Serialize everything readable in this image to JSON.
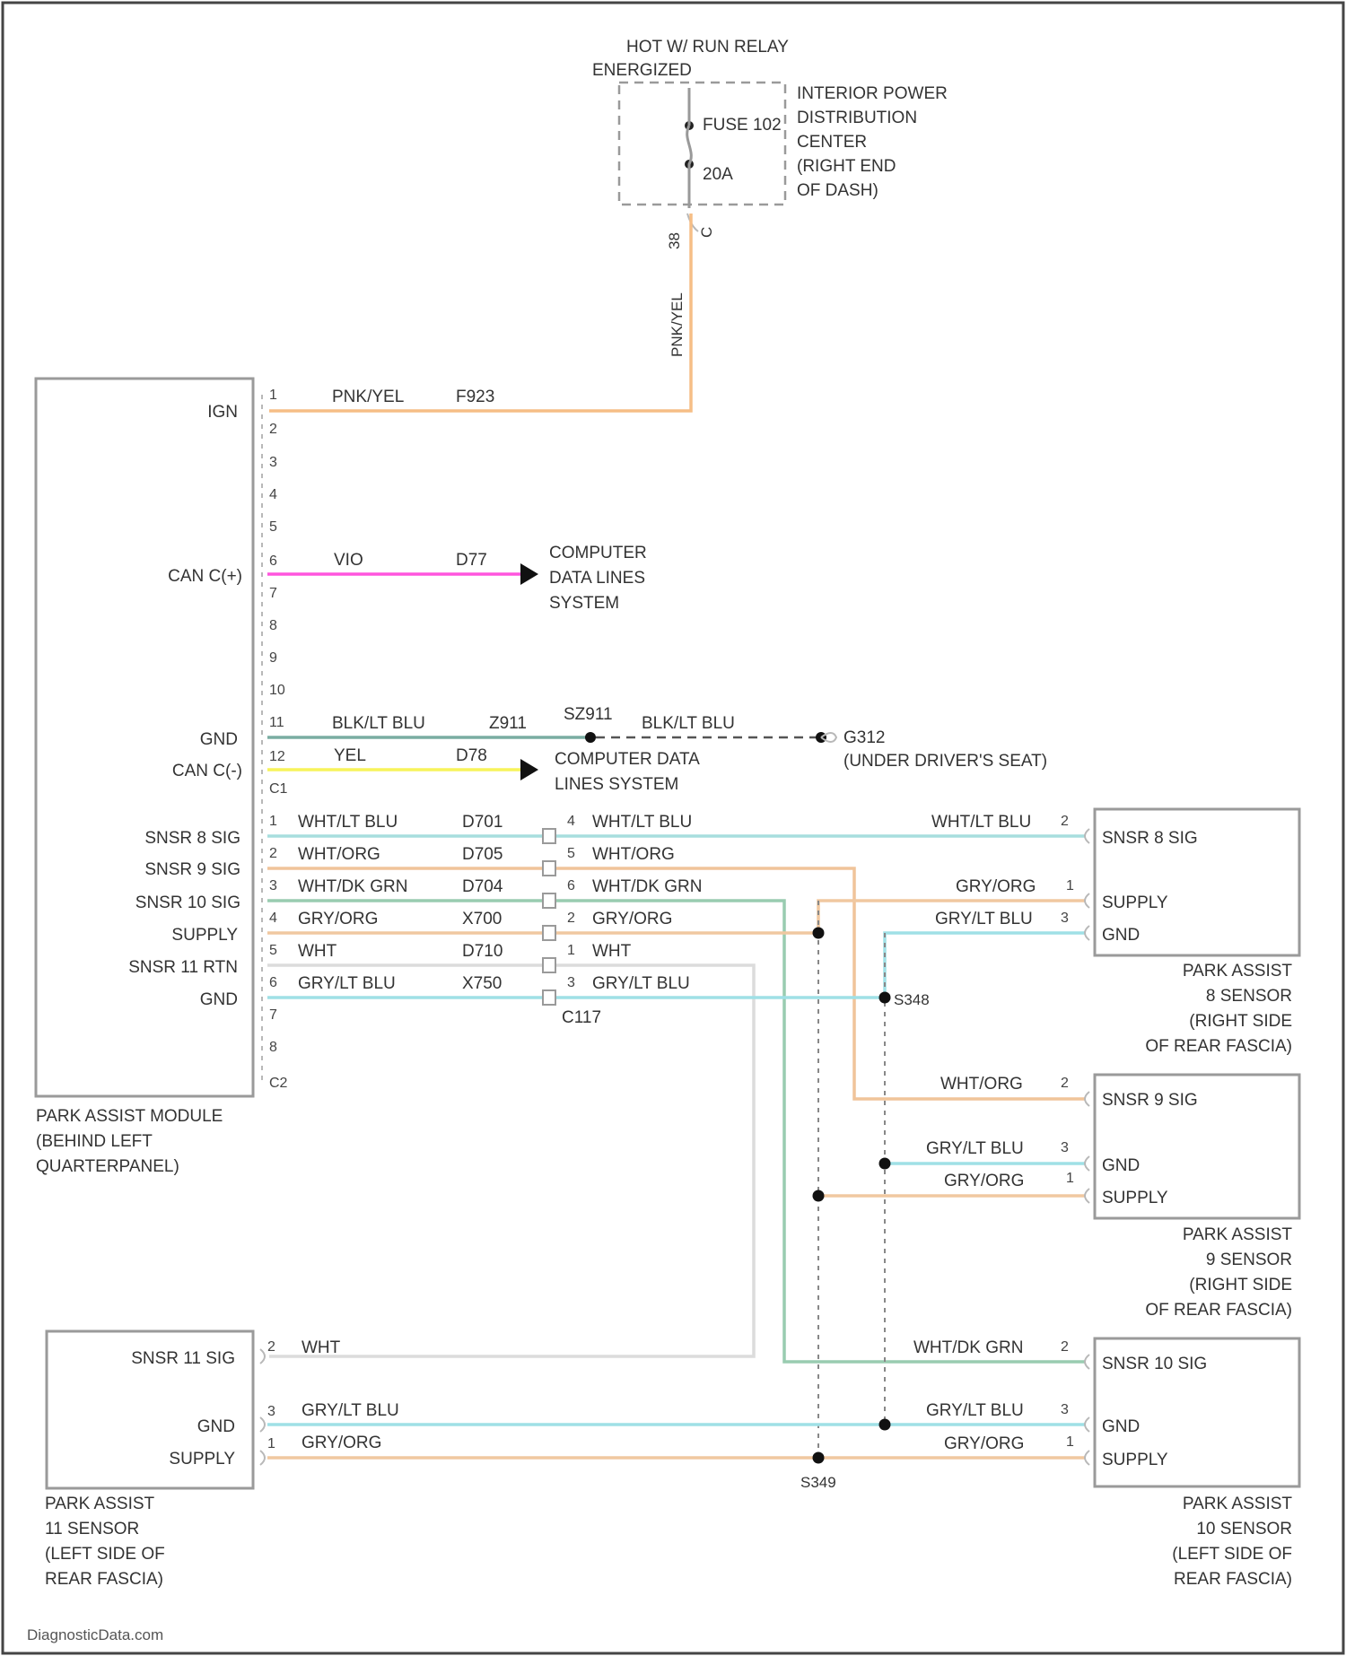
{
  "relay": {
    "line1": "HOT W/ RUN RELAY",
    "line2": "ENERGIZED"
  },
  "ipdc": {
    "fuse_label": "FUSE 102",
    "amp_label": "20A",
    "lines": [
      "INTERIOR POWER",
      "DISTRIBUTION",
      "CENTER",
      "(RIGHT END",
      "OF DASH)"
    ],
    "pin": "38",
    "connector": "C"
  },
  "feed_wire_color": "PNK/YEL",
  "module": {
    "pins": [
      {
        "n": "IGN",
        "p": "1"
      },
      {
        "n": "CAN C(+)",
        "p": "6"
      },
      {
        "n": "GND",
        "p": "11"
      },
      {
        "n": "CAN C(-)",
        "p": "12"
      },
      {
        "n": "SNSR 8 SIG",
        "p": "1"
      },
      {
        "n": "SNSR 9 SIG",
        "p": "2"
      },
      {
        "n": "SNSR 10 SIG",
        "p": "3"
      },
      {
        "n": "SUPPLY",
        "p": "4"
      },
      {
        "n": "SNSR 11 RTN",
        "p": "5"
      },
      {
        "n": "GND",
        "p": "6"
      }
    ],
    "c1_pins": [
      "2",
      "3",
      "4",
      "5",
      "7",
      "8",
      "9",
      "10"
    ],
    "c2_pins": [
      "7",
      "8"
    ],
    "c1_label": "C1",
    "c2_label": "C2",
    "name_lines": [
      "PARK ASSIST MODULE",
      "(BEHIND LEFT",
      "QUARTERPANEL)"
    ]
  },
  "wires": {
    "ign": {
      "color": "PNK/YEL",
      "circuit": "F923"
    },
    "canp": {
      "color": "VIO",
      "circuit": "D77"
    },
    "gnd": {
      "color": "BLK/LT BLU",
      "circuit": "Z911"
    },
    "canm": {
      "color": "YEL",
      "circuit": "D78"
    }
  },
  "can_dest_1": [
    "COMPUTER",
    "DATA LINES",
    "SYSTEM"
  ],
  "can_dest_2": [
    "COMPUTER DATA",
    "LINES SYSTEM"
  ],
  "splice_z": {
    "label": "SZ911",
    "color": "BLK/LT BLU"
  },
  "ground": {
    "label": "G312",
    "location": "(UNDER DRIVER'S SEAT)"
  },
  "c2_wires": [
    {
      "color": "WHT/LT BLU",
      "circuit": "D701",
      "in_pin": "4",
      "out_color": "WHT/LT BLU"
    },
    {
      "color": "WHT/ORG",
      "circuit": "D705",
      "in_pin": "5",
      "out_color": "WHT/ORG"
    },
    {
      "color": "WHT/DK GRN",
      "circuit": "D704",
      "in_pin": "6",
      "out_color": "WHT/DK GRN"
    },
    {
      "color": "GRY/ORG",
      "circuit": "X700",
      "in_pin": "2",
      "out_color": "GRY/ORG"
    },
    {
      "color": "WHT",
      "circuit": "D710",
      "in_pin": "1",
      "out_color": "WHT"
    },
    {
      "color": "GRY/LT BLU",
      "circuit": "X750",
      "in_pin": "3",
      "out_color": "GRY/LT BLU"
    }
  ],
  "inline_connector": "C117",
  "splice_s349": "S349",
  "splice_s348": "S348",
  "sensor8": {
    "sig": "SNSR 8 SIG",
    "supply": "SUPPLY",
    "gnd": "GND",
    "sig_wire": "WHT/LT BLU",
    "sig_pin": "2",
    "supply_wire": "GRY/ORG",
    "supply_pin": "1",
    "gnd_wire": "GRY/LT BLU",
    "gnd_pin": "3",
    "name": [
      "PARK ASSIST",
      "8 SENSOR",
      "(RIGHT SIDE",
      "OF REAR FASCIA)"
    ]
  },
  "sensor9": {
    "sig": "SNSR 9 SIG",
    "gnd": "GND",
    "supply": "SUPPLY",
    "sig_wire": "WHT/ORG",
    "sig_pin": "2",
    "gnd_wire": "GRY/LT BLU",
    "gnd_pin": "3",
    "supply_wire": "GRY/ORG",
    "supply_pin": "1",
    "name": [
      "PARK ASSIST",
      "9 SENSOR",
      "(RIGHT SIDE",
      "OF REAR FASCIA)"
    ]
  },
  "sensor10": {
    "sig": "SNSR 10 SIG",
    "gnd": "GND",
    "supply": "SUPPLY",
    "sig_wire": "WHT/DK GRN",
    "sig_pin": "2",
    "gnd_wire": "GRY/LT BLU",
    "gnd_pin": "3",
    "supply_wire": "GRY/ORG",
    "supply_pin": "1",
    "name": [
      "PARK ASSIST",
      "10 SENSOR",
      "(LEFT SIDE OF",
      "REAR FASCIA)"
    ]
  },
  "sensor11": {
    "sig": "SNSR 11 SIG",
    "gnd": "GND",
    "supply": "SUPPLY",
    "sig_wire": "WHT",
    "sig_pin": "2",
    "gnd_wire": "GRY/LT BLU",
    "gnd_pin": "3",
    "supply_wire": "GRY/ORG",
    "supply_pin": "1",
    "name": [
      "PARK ASSIST",
      "11 SENSOR",
      "(LEFT SIDE OF",
      "REAR FASCIA)"
    ]
  },
  "watermark": "DiagnosticData.com",
  "colors": {
    "pnk_yel": "#f6be86",
    "vio": "#ff55dd",
    "blk_lt_blu": "#7aada2",
    "yel": "#f7f35a",
    "wht_lt_blu": "#a7dede",
    "wht_org": "#f0c49a",
    "wht_dk_grn": "#99ccb0",
    "gry_org": "#f0c8a0",
    "wht": "#dcdcdc",
    "gry_lt_blu": "#9fe0e6"
  }
}
